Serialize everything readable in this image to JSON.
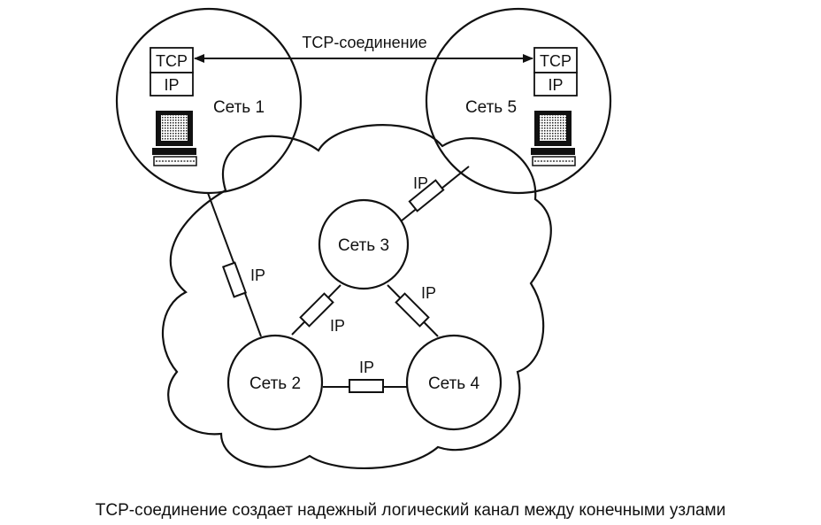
{
  "connection_label": "TCP-соединение",
  "networks": {
    "net1": "Сеть 1",
    "net2": "Сеть 2",
    "net3": "Сеть 3",
    "net4": "Сеть 4",
    "net5": "Сеть 5"
  },
  "host_stack": {
    "tcp": "TCP",
    "ip": "IP"
  },
  "router_label": "IP",
  "caption": "TCP-соединение создает надежный логический канал между конечными узлами",
  "icons": {
    "host": "computer-terminal-icon",
    "router": "ip-router-icon"
  }
}
